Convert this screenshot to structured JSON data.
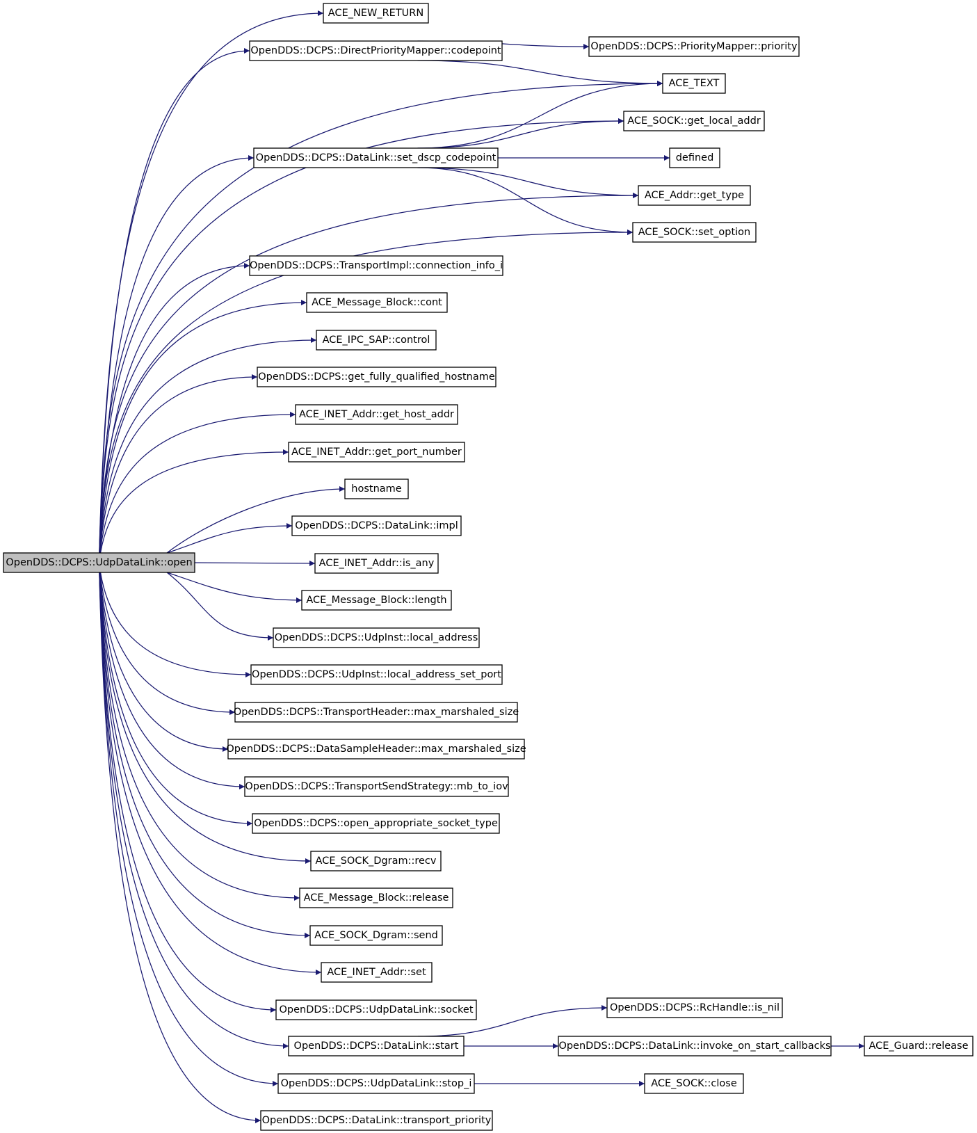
{
  "colors": {
    "edge": "#191970",
    "node_fill": "#ffffff",
    "root_fill": "#bfbfbf",
    "node_border": "#000000"
  },
  "graph": {
    "root": "OpenDDS::DCPS::UdpDataLink::open",
    "nodes": {
      "n_new_return": "ACE_NEW_RETURN",
      "n_codepoint": "OpenDDS::DCPS::DirectPriorityMapper::codepoint",
      "n_priority": "OpenDDS::DCPS::PriorityMapper::priority",
      "n_text": "ACE_TEXT",
      "n_get_local_addr": "ACE_SOCK::get_local_addr",
      "n_set_dscp": "OpenDDS::DCPS::DataLink::set_dscp_codepoint",
      "n_defined": "defined",
      "n_get_type": "ACE_Addr::get_type",
      "n_set_option": "ACE_SOCK::set_option",
      "n_connection_info": "OpenDDS::DCPS::TransportImpl::connection_info_i",
      "n_cont": "ACE_Message_Block::cont",
      "n_control": "ACE_IPC_SAP::control",
      "n_fqhostname": "OpenDDS::DCPS::get_fully_qualified_hostname",
      "n_get_host_addr": "ACE_INET_Addr::get_host_addr",
      "n_get_port_number": "ACE_INET_Addr::get_port_number",
      "n_hostname": "hostname",
      "n_impl": "OpenDDS::DCPS::DataLink::impl",
      "n_is_any": "ACE_INET_Addr::is_any",
      "n_length": "ACE_Message_Block::length",
      "n_local_address": "OpenDDS::DCPS::UdpInst::local_address",
      "n_local_address_set_port": "OpenDDS::DCPS::UdpInst::local_address_set_port",
      "n_th_max": "OpenDDS::DCPS::TransportHeader::max_marshaled_size",
      "n_dsh_max": "OpenDDS::DCPS::DataSampleHeader::max_marshaled_size",
      "n_mb_to_iov": "OpenDDS::DCPS::TransportSendStrategy::mb_to_iov",
      "n_open_socket": "OpenDDS::DCPS::open_appropriate_socket_type",
      "n_recv": "ACE_SOCK_Dgram::recv",
      "n_release_mb": "ACE_Message_Block::release",
      "n_send": "ACE_SOCK_Dgram::send",
      "n_set": "ACE_INET_Addr::set",
      "n_socket": "OpenDDS::DCPS::UdpDataLink::socket",
      "n_rc_is_nil": "OpenDDS::DCPS::RcHandle::is_nil",
      "n_start": "OpenDDS::DCPS::DataLink::start",
      "n_invoke": "OpenDDS::DCPS::DataLink::invoke_on_start_callbacks",
      "n_guard_release": "ACE_Guard::release",
      "n_stop_i": "OpenDDS::DCPS::UdpDataLink::stop_i",
      "n_close": "ACE_SOCK::close",
      "n_transport_priority": "OpenDDS::DCPS::DataLink::transport_priority"
    },
    "edges": [
      [
        "n_root",
        "n_new_return"
      ],
      [
        "n_root",
        "n_codepoint"
      ],
      [
        "n_root",
        "n_text"
      ],
      [
        "n_root",
        "n_get_local_addr"
      ],
      [
        "n_root",
        "n_set_dscp"
      ],
      [
        "n_root",
        "n_get_type"
      ],
      [
        "n_root",
        "n_set_option"
      ],
      [
        "n_root",
        "n_connection_info"
      ],
      [
        "n_root",
        "n_cont"
      ],
      [
        "n_root",
        "n_control"
      ],
      [
        "n_root",
        "n_fqhostname"
      ],
      [
        "n_root",
        "n_get_host_addr"
      ],
      [
        "n_root",
        "n_get_port_number"
      ],
      [
        "n_root",
        "n_hostname"
      ],
      [
        "n_root",
        "n_impl"
      ],
      [
        "n_root",
        "n_is_any"
      ],
      [
        "n_root",
        "n_length"
      ],
      [
        "n_root",
        "n_local_address"
      ],
      [
        "n_root",
        "n_local_address_set_port"
      ],
      [
        "n_root",
        "n_th_max"
      ],
      [
        "n_root",
        "n_dsh_max"
      ],
      [
        "n_root",
        "n_mb_to_iov"
      ],
      [
        "n_root",
        "n_open_socket"
      ],
      [
        "n_root",
        "n_recv"
      ],
      [
        "n_root",
        "n_release_mb"
      ],
      [
        "n_root",
        "n_send"
      ],
      [
        "n_root",
        "n_set"
      ],
      [
        "n_root",
        "n_socket"
      ],
      [
        "n_root",
        "n_start"
      ],
      [
        "n_root",
        "n_stop_i"
      ],
      [
        "n_root",
        "n_transport_priority"
      ],
      [
        "n_codepoint",
        "n_priority"
      ],
      [
        "n_codepoint",
        "n_text"
      ],
      [
        "n_set_dscp",
        "n_text"
      ],
      [
        "n_set_dscp",
        "n_get_local_addr"
      ],
      [
        "n_set_dscp",
        "n_defined"
      ],
      [
        "n_set_dscp",
        "n_get_type"
      ],
      [
        "n_set_dscp",
        "n_set_option"
      ],
      [
        "n_start",
        "n_rc_is_nil"
      ],
      [
        "n_start",
        "n_invoke"
      ],
      [
        "n_invoke",
        "n_guard_release"
      ],
      [
        "n_stop_i",
        "n_close"
      ]
    ]
  }
}
